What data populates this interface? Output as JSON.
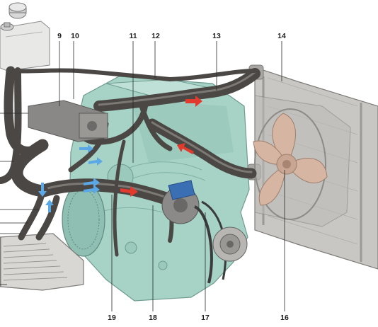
{
  "colors": {
    "engine": "#a7d3c7",
    "engine_edge": "#6f9c90",
    "hose": "#4a4744",
    "hose_highlight": "#7c7874",
    "radiator": "#c9c7c4",
    "fan": "#d6b6a2",
    "hot_flow_arrow": "#e23b2e",
    "cold_flow_arrow": "#5aa9e6",
    "belt": "#3b3b3b",
    "tank": "#e8e8e6"
  },
  "callouts": {
    "top": [
      "9",
      "10",
      "11",
      "12",
      "13",
      "14"
    ],
    "bottom": [
      "19",
      "18",
      "17",
      "16"
    ]
  }
}
